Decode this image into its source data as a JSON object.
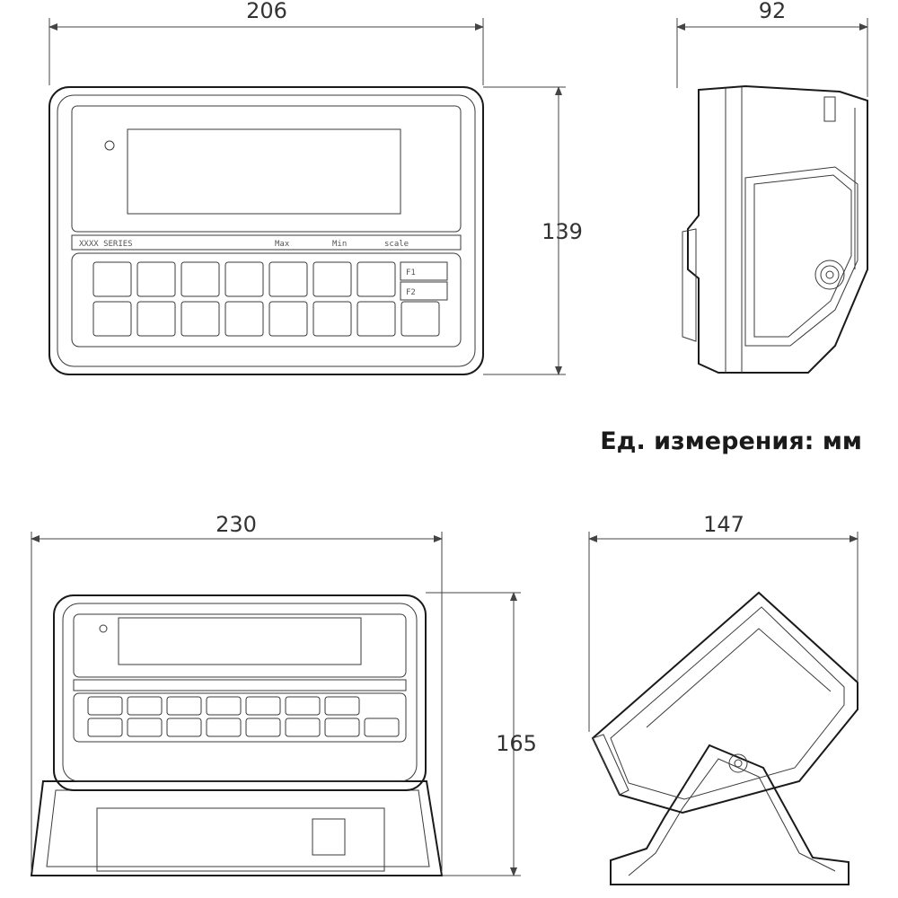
{
  "dimensions": {
    "top_front_width": "206",
    "top_side_depth": "92",
    "top_front_height": "139",
    "bottom_front_width": "230",
    "bottom_side_depth": "147",
    "bottom_front_height": "165"
  },
  "units_label": "Ед. измерения: мм",
  "panel_labels": {
    "series": "XXXX SERIES",
    "max": "Max",
    "min": "Min",
    "scale": "scale",
    "f1": "F1",
    "f2": "F2"
  },
  "colors": {
    "line": "#1a1a1a",
    "text": "#333333"
  }
}
